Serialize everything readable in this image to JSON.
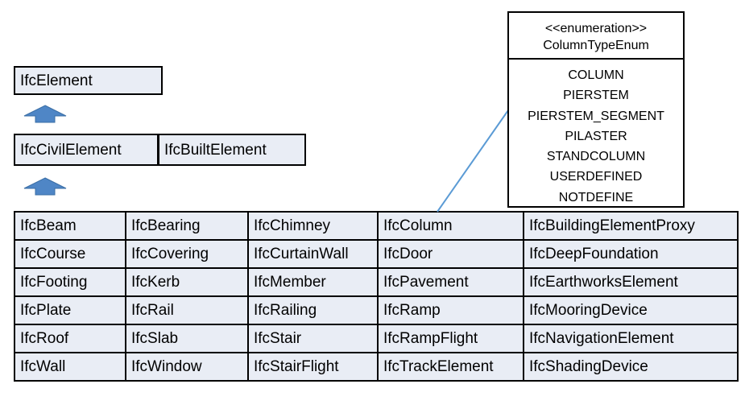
{
  "hierarchy": {
    "root": "IfcElement",
    "middle": [
      "IfcCivilElement",
      "IfcBuiltElement"
    ]
  },
  "grid": [
    [
      "IfcBeam",
      "IfcBearing",
      "IfcChimney",
      "IfcColumn",
      "IfcBuildingElementProxy"
    ],
    [
      "IfcCourse",
      "IfcCovering",
      "IfcCurtainWall",
      "IfcDoor",
      "IfcDeepFoundation"
    ],
    [
      "IfcFooting",
      "IfcKerb",
      "IfcMember",
      "IfcPavement",
      "IfcEarthworksElement"
    ],
    [
      "IfcPlate",
      "IfcRail",
      "IfcRailing",
      "IfcRamp",
      "IfcMooringDevice"
    ],
    [
      "IfcRoof",
      "IfcSlab",
      "IfcStair",
      "IfcRampFlight",
      "IfcNavigationElement"
    ],
    [
      "IfcWall",
      "IfcWindow",
      "IfcStairFlight",
      "IfcTrackElement",
      "IfcShadingDevice"
    ]
  ],
  "enumeration": {
    "stereotype": "<<enumeration>>",
    "name": "ColumnTypeEnum",
    "values": [
      "COLUMN",
      "PIERSTEM",
      "PIERSTEM_SEGMENT",
      "PILASTER",
      "STANDCOLUMN",
      "USERDEFINED",
      "NOTDEFINE"
    ]
  },
  "colors": {
    "box_fill": "#e9edf5",
    "arrow_fill": "#4f86c6",
    "connector": "#5b9bd5"
  }
}
